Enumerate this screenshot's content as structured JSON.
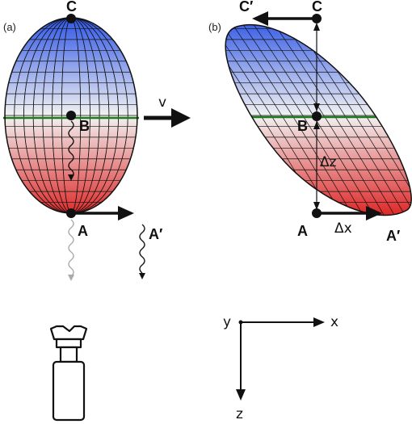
{
  "panel_a": {
    "tag": "(a)",
    "point_top": "C",
    "point_mid": "B",
    "point_bottom": "A",
    "point_bottom_shifted": "A′",
    "velocity": "v"
  },
  "panel_b": {
    "tag": "(b)",
    "point_top": "C",
    "point_top_shifted": "C′",
    "point_mid": "B",
    "point_bottom": "A",
    "point_bottom_shifted": "A′",
    "dz": "Δz",
    "dx": "Δx"
  },
  "axes": {
    "y": "y",
    "x": "x",
    "z": "z"
  },
  "colors": {
    "top": "#2f56e6",
    "middle": "#f2f2f2",
    "bottom": "#de2b2b",
    "equator": "#1f7a1f",
    "outline": "#111111"
  },
  "icons": [
    "camera-icon"
  ]
}
